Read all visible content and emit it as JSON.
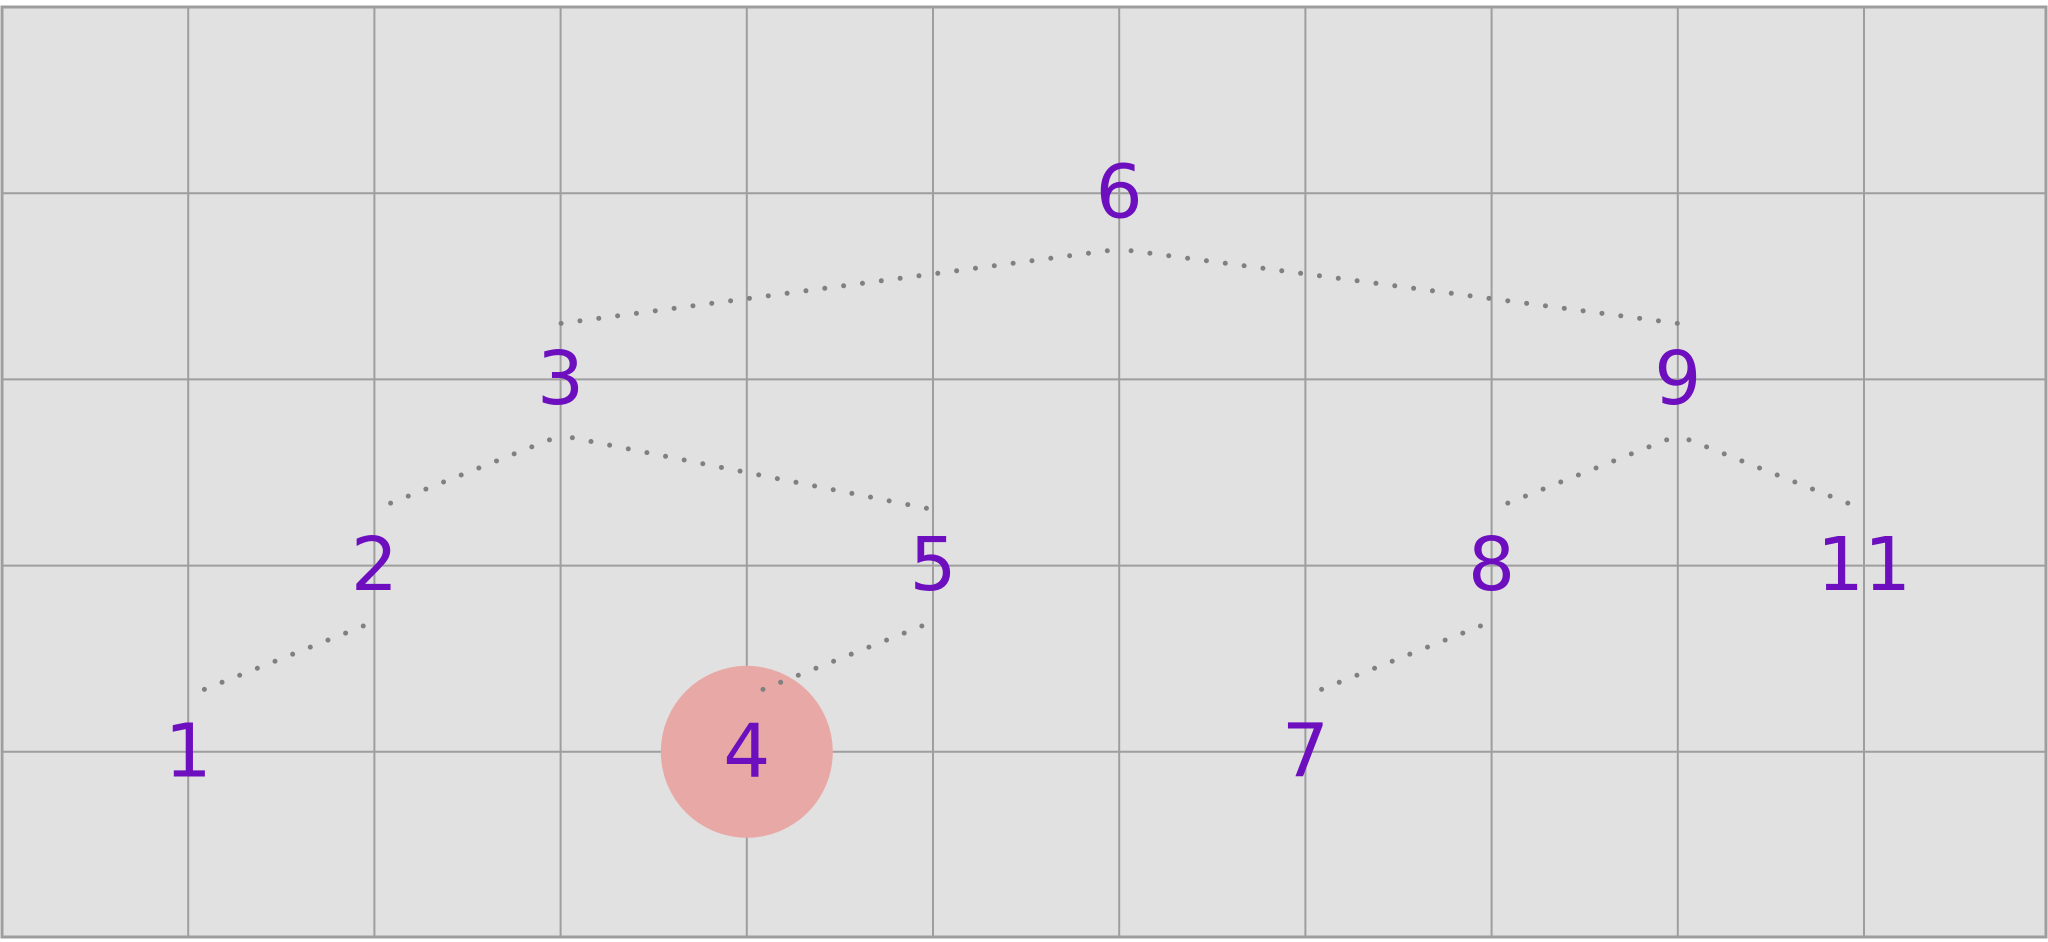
{
  "tree": {
    "highlighted_node": "4",
    "nodes": [
      {
        "id": "n6",
        "label": "6"
      },
      {
        "id": "n3",
        "label": "3"
      },
      {
        "id": "n9",
        "label": "9"
      },
      {
        "id": "n2",
        "label": "2"
      },
      {
        "id": "n5",
        "label": "5"
      },
      {
        "id": "n8",
        "label": "8"
      },
      {
        "id": "n11",
        "label": "11"
      },
      {
        "id": "n1",
        "label": "1"
      },
      {
        "id": "n4",
        "label": "4"
      },
      {
        "id": "n7",
        "label": "7"
      }
    ],
    "edges": [
      [
        "n6",
        "n3"
      ],
      [
        "n6",
        "n9"
      ],
      [
        "n3",
        "n2"
      ],
      [
        "n3",
        "n5"
      ],
      [
        "n9",
        "n8"
      ],
      [
        "n9",
        "n11"
      ],
      [
        "n2",
        "n1"
      ],
      [
        "n5",
        "n4"
      ],
      [
        "n8",
        "n7"
      ]
    ]
  },
  "colors": {
    "background": "#e1e1e1",
    "grid": "#9e9e9e",
    "node_text": "#6d0fbf",
    "edge": "#808080",
    "highlight": "#e8a9a6"
  }
}
